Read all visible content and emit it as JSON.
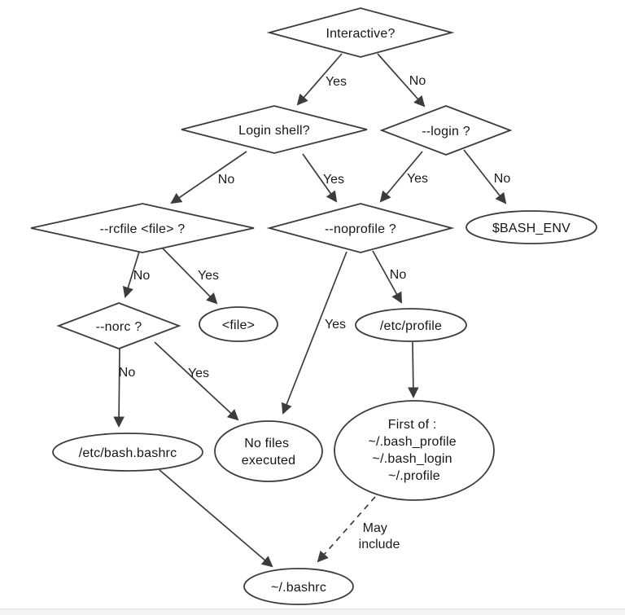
{
  "colors": {
    "background": "#ffffff",
    "line_stroke": "#3c3c3c",
    "text": "#161616",
    "bottom_strip": "#f3f3f3"
  },
  "nodes": {
    "interactive": {
      "label": "Interactive?"
    },
    "login_shell": {
      "label": "Login shell?"
    },
    "login_flag": {
      "label": "--login ?"
    },
    "bash_env": {
      "label": "$BASH_ENV"
    },
    "rcfile": {
      "label": "--rcfile <file> ?"
    },
    "noprofile": {
      "label": "--noprofile ?"
    },
    "norc": {
      "label": "--norc ?"
    },
    "file": {
      "label": "<file>"
    },
    "etc_profile": {
      "label": "/etc/profile"
    },
    "etc_bash_bashrc": {
      "label": "/etc/bash.bashrc"
    },
    "no_files": {
      "lines": [
        "No files",
        "executed"
      ]
    },
    "first_of": {
      "lines": [
        "First of :",
        "~/.bash_profile",
        "~/.bash_login",
        "~/.profile"
      ]
    },
    "bashrc": {
      "label": "~/.bashrc"
    }
  },
  "edge_labels": {
    "interactive_yes": "Yes",
    "interactive_no": "No",
    "login_shell_no": "No",
    "login_shell_yes": "Yes",
    "login_flag_yes": "Yes",
    "login_flag_no": "No",
    "rcfile_no": "No",
    "rcfile_yes": "Yes",
    "noprofile_yes": "Yes",
    "noprofile_no": "No",
    "norc_no": "No",
    "norc_yes": "Yes",
    "may_include": [
      "May",
      "include"
    ]
  }
}
